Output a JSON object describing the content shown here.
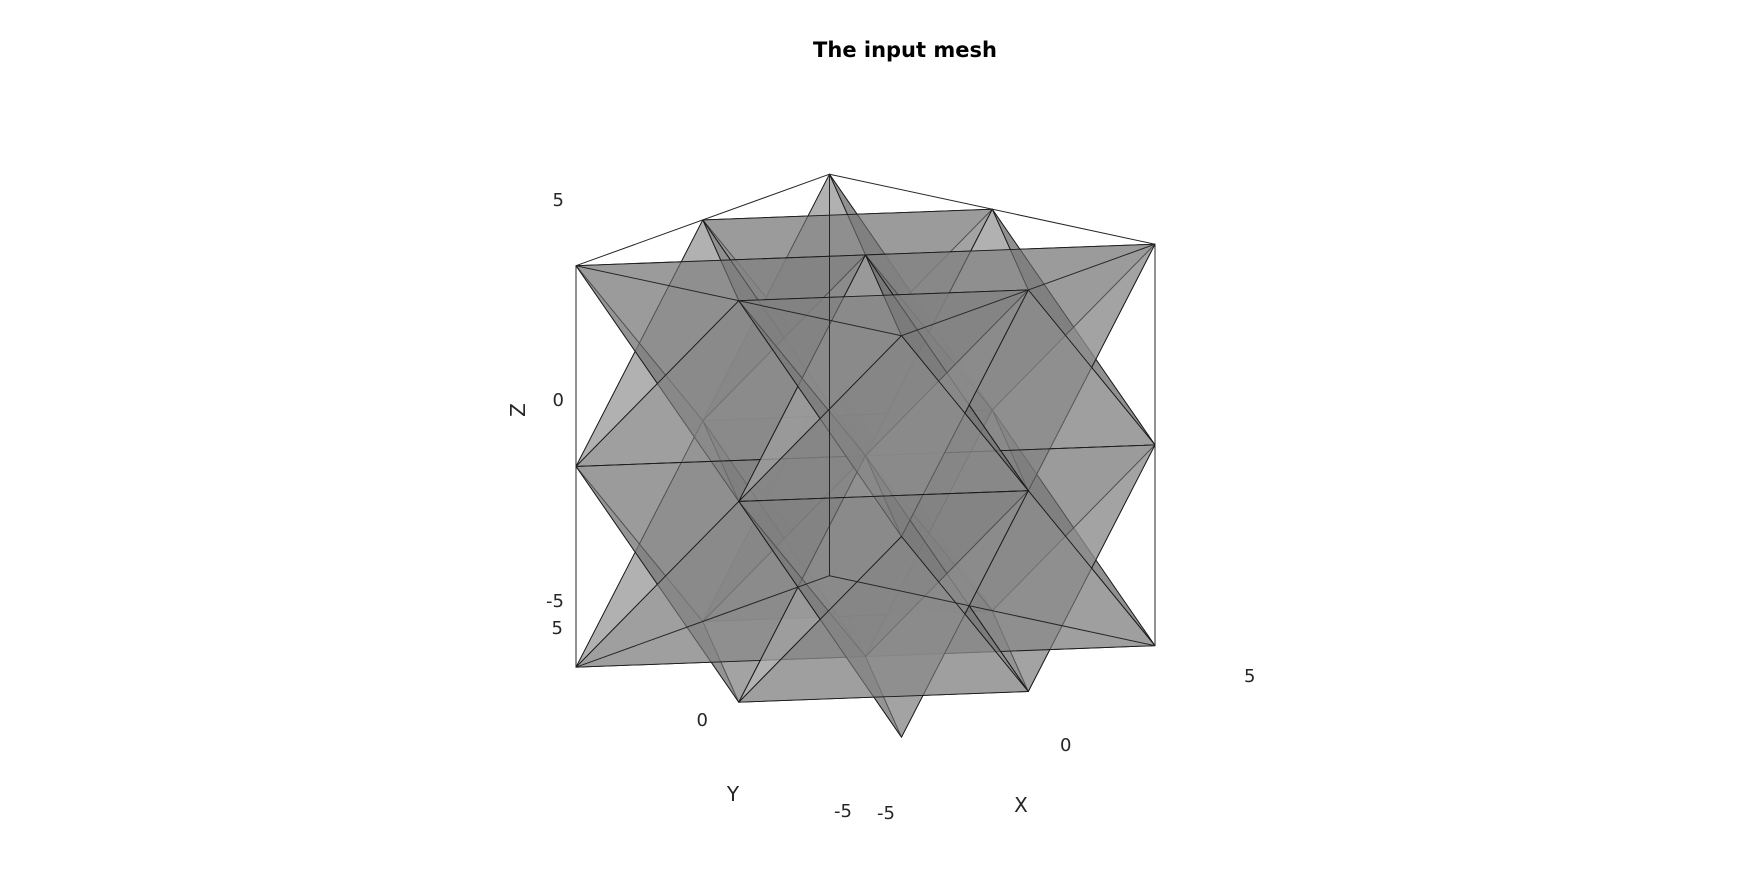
{
  "figure": {
    "title": "The input mesh",
    "axes": {
      "x": {
        "label": "X",
        "ticks": [
          "-5",
          "0",
          "5"
        ]
      },
      "y": {
        "label": "Y",
        "ticks": [
          "-5",
          "0",
          "5"
        ]
      },
      "z": {
        "label": "Z",
        "ticks": [
          "-5",
          "0",
          "5"
        ]
      }
    },
    "mesh": {
      "grid_divisions": 2,
      "element": "stellated octahedron (tetrahedral stars)",
      "face_color": "#a6a6a6",
      "edge_color": "#1a1a1a",
      "face_alpha": 0.55
    },
    "view": "3-D isometric, box visible, no grid"
  }
}
